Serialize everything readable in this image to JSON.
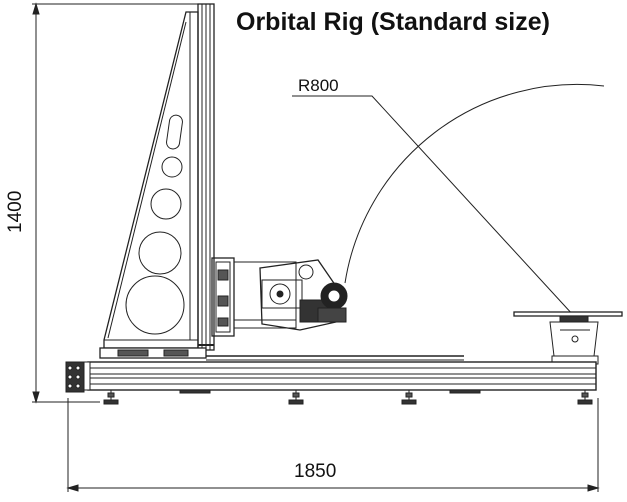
{
  "drawing": {
    "title": "Orbital Rig (Standard size)",
    "radius_label": "R800",
    "height_dimension": "1400",
    "length_dimension": "1850"
  }
}
